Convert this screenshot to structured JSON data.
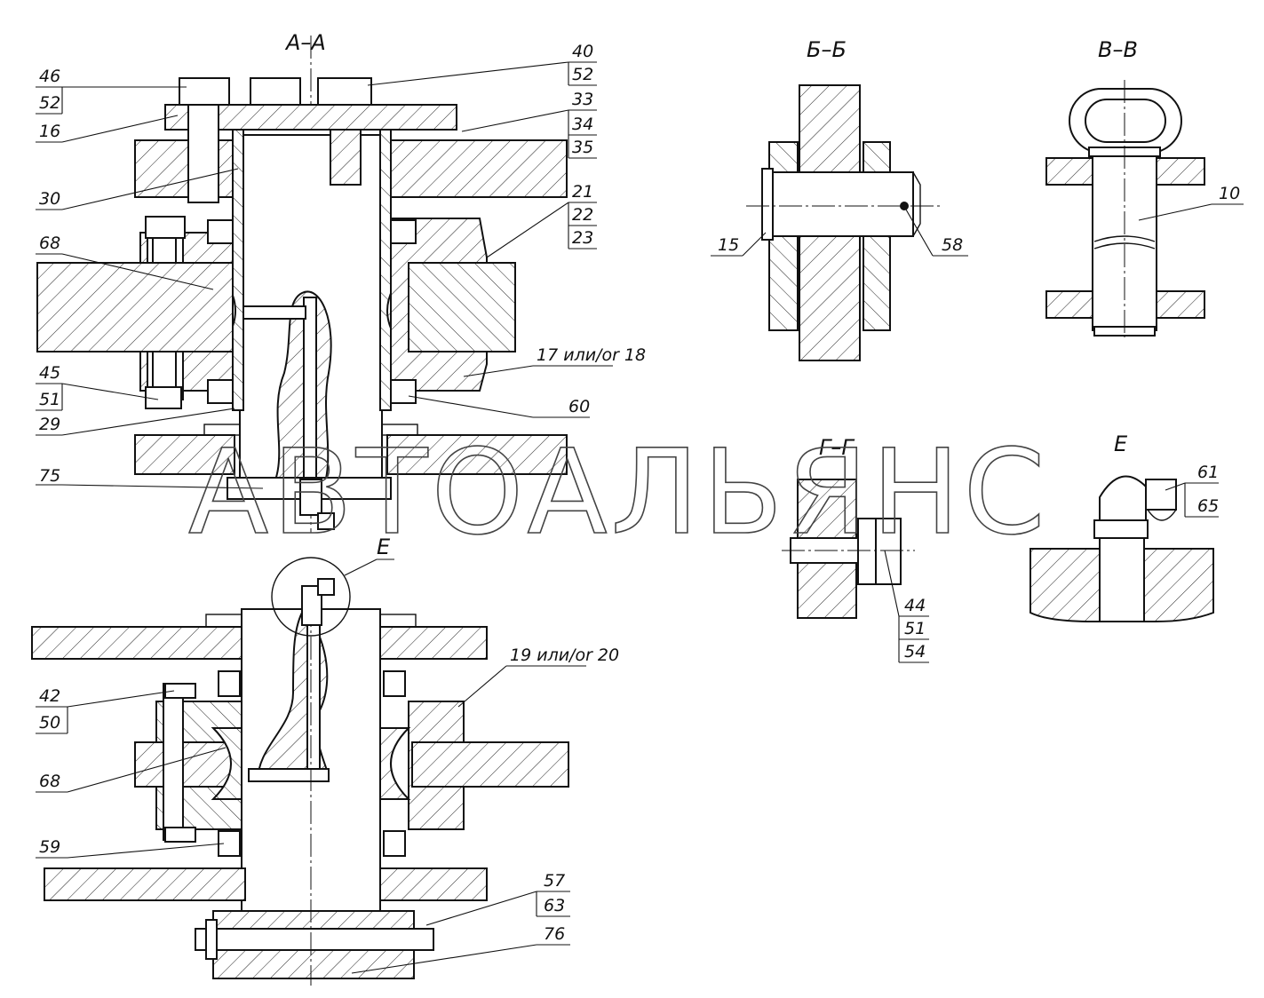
{
  "sections": {
    "aa": "А–А",
    "bb": "Б–Б",
    "vv": "В–В",
    "gg": "Г–Г",
    "e_view": "Е",
    "e_marker": "Е"
  },
  "watermark": "АВТОАЛЬЯНС",
  "callouts": {
    "c46": "46",
    "c52a": "52",
    "c16": "16",
    "c30": "30",
    "c68a": "68",
    "c45": "45",
    "c51a": "51",
    "c29": "29",
    "c75": "75",
    "c40": "40",
    "c52b": "52",
    "c33": "33",
    "c34": "34",
    "c35": "35",
    "c21": "21",
    "c22": "22",
    "c23": "23",
    "c17_18": "17 или/or 18",
    "c60": "60",
    "c15": "15",
    "c58": "58",
    "c10": "10",
    "c44": "44",
    "c51b": "51",
    "c54": "54",
    "c61": "61",
    "c65": "65",
    "c42": "42",
    "c50": "50",
    "c68b": "68",
    "c59": "59",
    "c19_20": "19 или/or 20",
    "c57": "57",
    "c63": "63",
    "c76": "76"
  }
}
